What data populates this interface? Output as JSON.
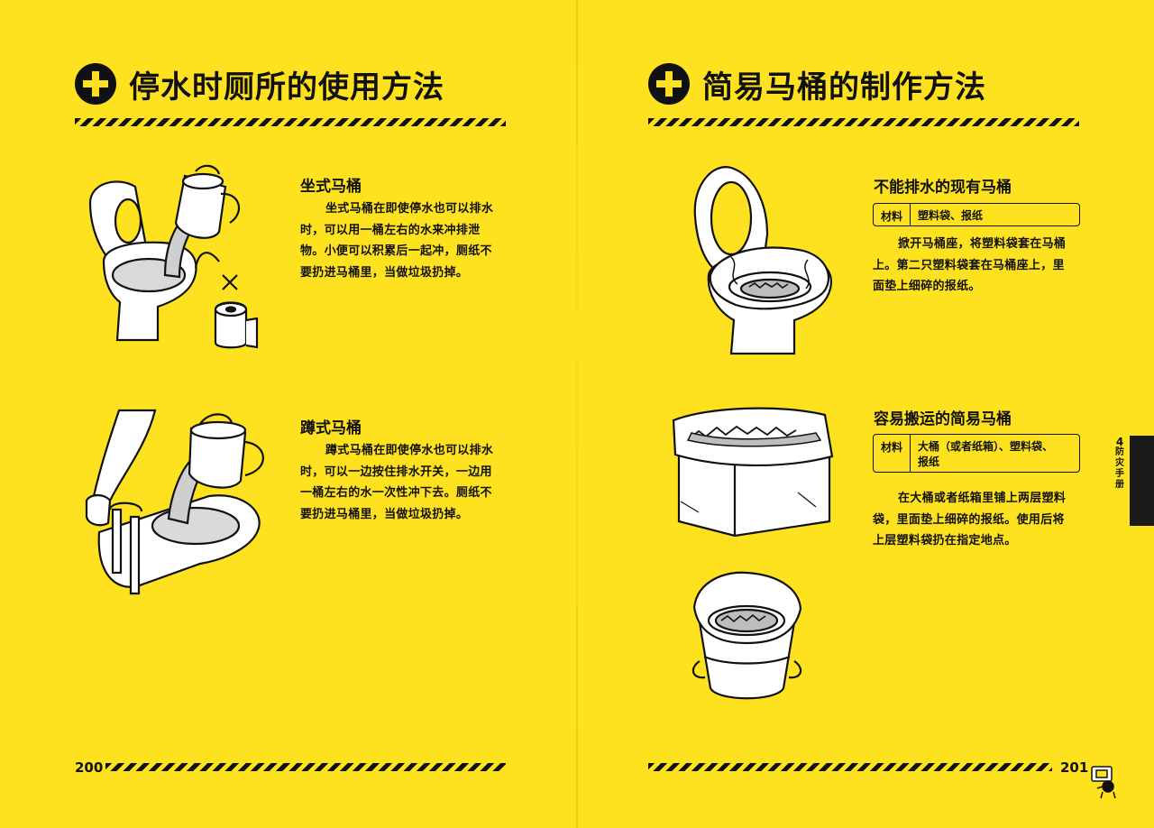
{
  "left_page": {
    "title": "停水时厕所的使用方法",
    "western_toilet": {
      "heading": "坐式马桶",
      "lines": [
        "坐式马桶在即使停水也可以排水",
        "时，可以用一桶左右的水来冲排泄",
        "物。小便可以积累后一起冲，厕纸不",
        "要扔进马桶里，当做垃圾扔掉。"
      ]
    },
    "squat_toilet": {
      "heading": "蹲式马桶",
      "lines": [
        "蹲式马桶在即使停水也可以排水",
        "时，可以一边按住排水开关，一边用",
        "一桶左右的水一次性冲下去。厕纸不",
        "要扔进马桶里，当做垃圾扔掉。"
      ]
    },
    "page_number": "200"
  },
  "right_page": {
    "title": "简易马桶的制作方法",
    "existing_toilet": {
      "heading": "不能排水的现有马桶",
      "material_label": "材料",
      "material_value": "塑料袋、报纸",
      "lines": [
        "掀开马桶座，将塑料袋套在马桶",
        "上。第二只塑料袋套在马桶座上，里",
        "面垫上细碎的报纸。"
      ]
    },
    "portable_toilet": {
      "heading": "容易搬运的简易马桶",
      "material_label": "材料",
      "material_value_line1": "大桶（或者纸箱）、塑料袋、",
      "material_value_line2": "报纸",
      "lines": [
        "在大桶或者纸箱里铺上两层塑料",
        "袋，里面垫上细碎的报纸。使用后将",
        "上层塑料袋扔在指定地点。"
      ]
    },
    "page_number": "201",
    "chapter_number": "4",
    "chapter_title": [
      "防",
      "灾",
      "手",
      "册"
    ]
  },
  "colors": {
    "background": "#ffe21f",
    "ink": "#111111"
  },
  "icons": [
    "cross-icon",
    "toilet-illustration",
    "squat-toilet-illustration",
    "bag-toilet-illustration",
    "box-toilet-illustration",
    "bucket-toilet-illustration",
    "mascot-icon"
  ]
}
